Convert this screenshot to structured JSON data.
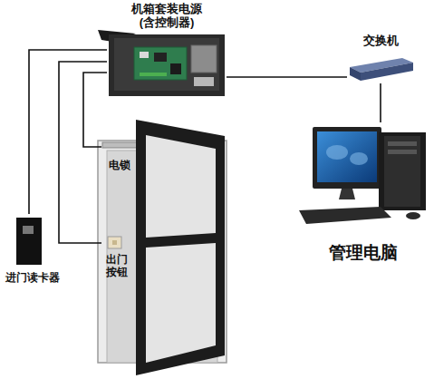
{
  "diagram": {
    "nodes": [
      {
        "text": [
          "机箱套装电源 (含控制器)"
        ]
      },
      {
        "text": [
          "交换机"
        ]
      },
      {
        "text": [
          "电锁"
        ]
      },
      {
        "text": [
          "管理电脑"
        ]
      },
      {
        "text": [
          "出门 按钮"
        ]
      },
      {
        "text": [
          "进门读卡器"
        ]
      }
    ],
    "edges": [
      {
        "from": 0,
        "to": 1,
        "arrow": "none"
      },
      {
        "from": 1,
        "to": 3,
        "arrow": "none"
      },
      {
        "from": 0,
        "to": 2,
        "arrow": "none"
      },
      {
        "from": 0,
        "to": 4,
        "arrow": "none"
      },
      {
        "from": 0,
        "to": 5,
        "arrow": "none"
      }
    ]
  }
}
